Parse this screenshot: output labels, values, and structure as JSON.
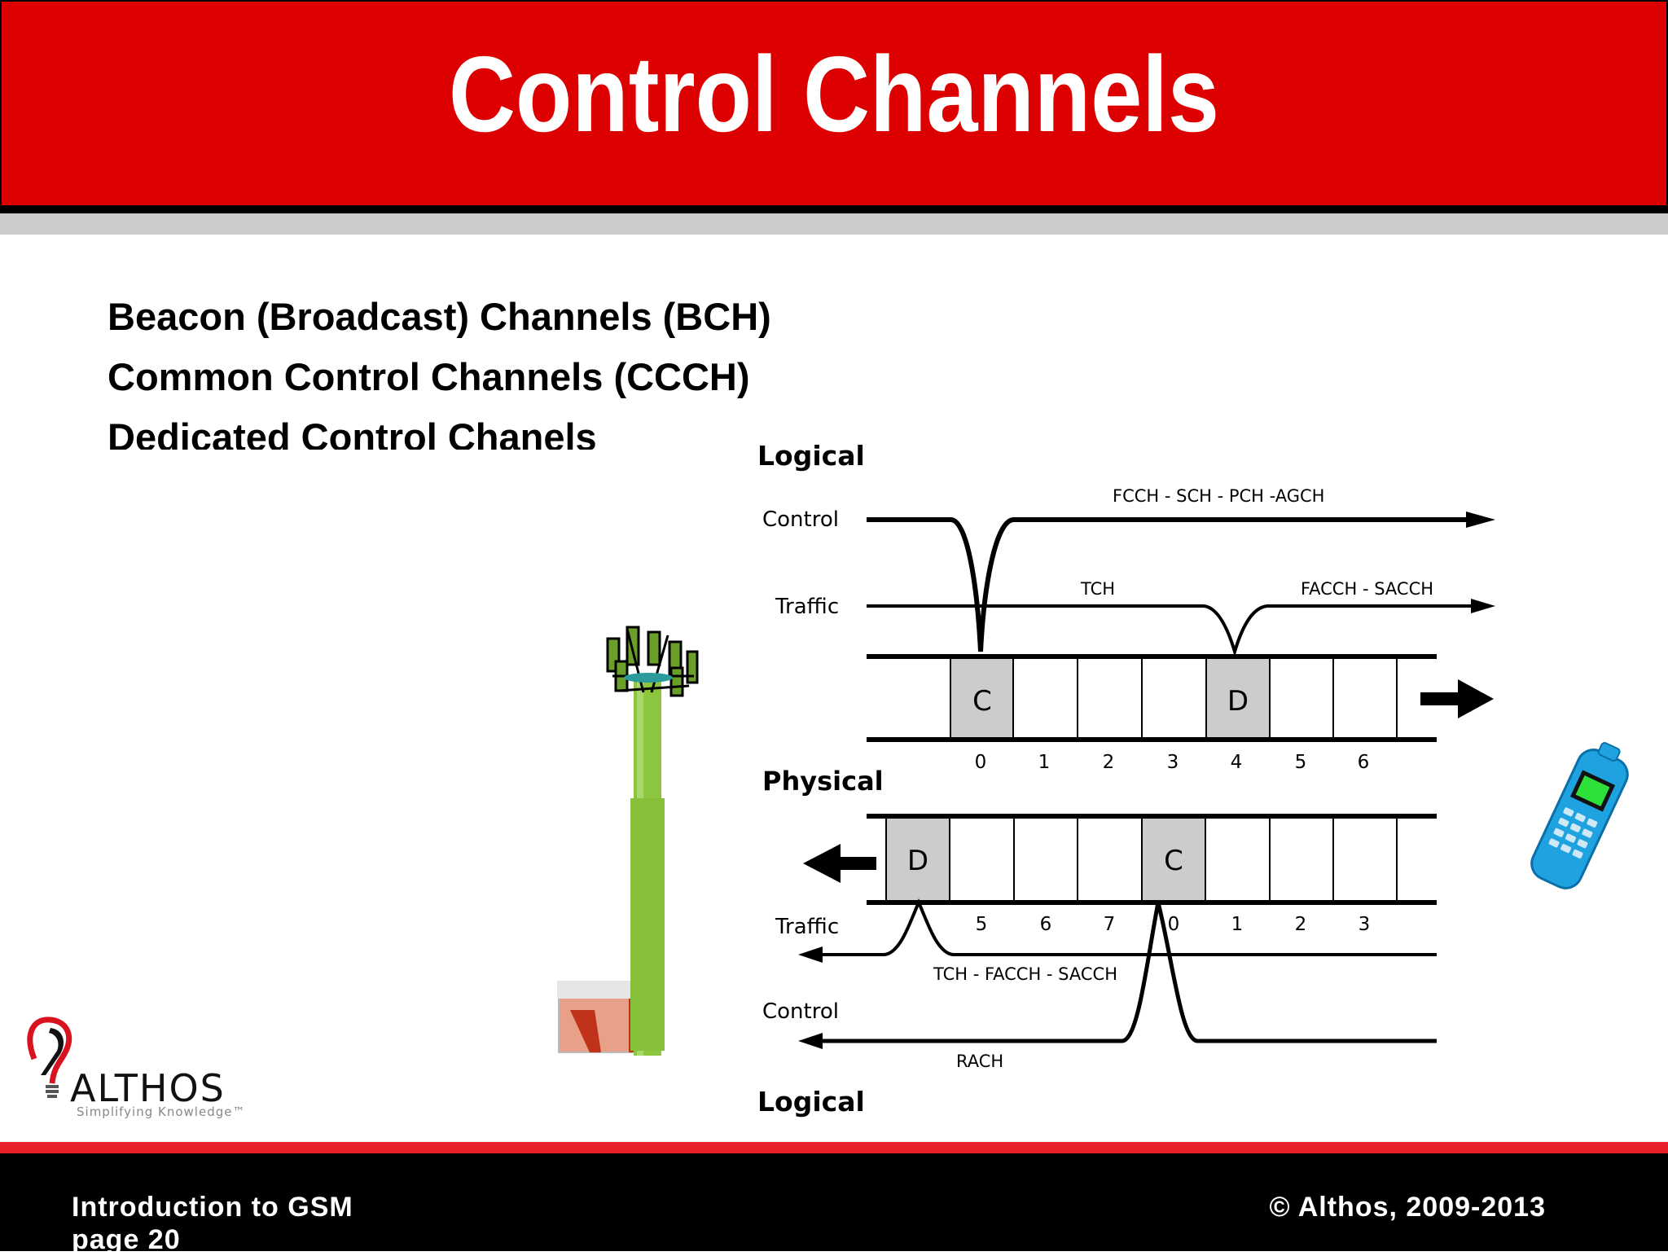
{
  "slide": {
    "title": "Control Channels",
    "bullets": [
      "Beacon (Broadcast) Channels (BCH)",
      "Common Control Channels (CCCH)",
      "Dedicated Control Chanels"
    ]
  },
  "diagram": {
    "top_section_label": "Logical",
    "middle_section_label": "Physical",
    "bottom_section_label": "Logical",
    "downlink": {
      "control_label": "Control",
      "traffic_label": "Traffic",
      "control_channels": "FCCH - SCH - PCH -AGCH",
      "traffic_channel": "TCH",
      "traffic_assoc": "FACCH - SACCH",
      "slot_c": "C",
      "slot_d": "D",
      "slot_numbers": [
        "0",
        "1",
        "2",
        "3",
        "4",
        "5",
        "6"
      ]
    },
    "uplink": {
      "traffic_label": "Traffic",
      "control_label": "Control",
      "traffic_channels": "TCH - FACCH - SACCH",
      "control_channel": "RACH",
      "slot_d": "D",
      "slot_c": "C",
      "slot_numbers": [
        "5",
        "6",
        "7",
        "0",
        "1",
        "2",
        "3"
      ]
    }
  },
  "logo": {
    "name": "ALTHOS",
    "tagline": "Simplifying Knowledge™"
  },
  "footer": {
    "course": "Introduction to GSM",
    "page": "page 20",
    "copyright": "© Althos, 2009-2013"
  },
  "colors": {
    "header_red": "#dd0000",
    "slot_gray": "#cccccc",
    "tower_green": "#8cc63f",
    "phone_blue": "#1fa3e0"
  }
}
